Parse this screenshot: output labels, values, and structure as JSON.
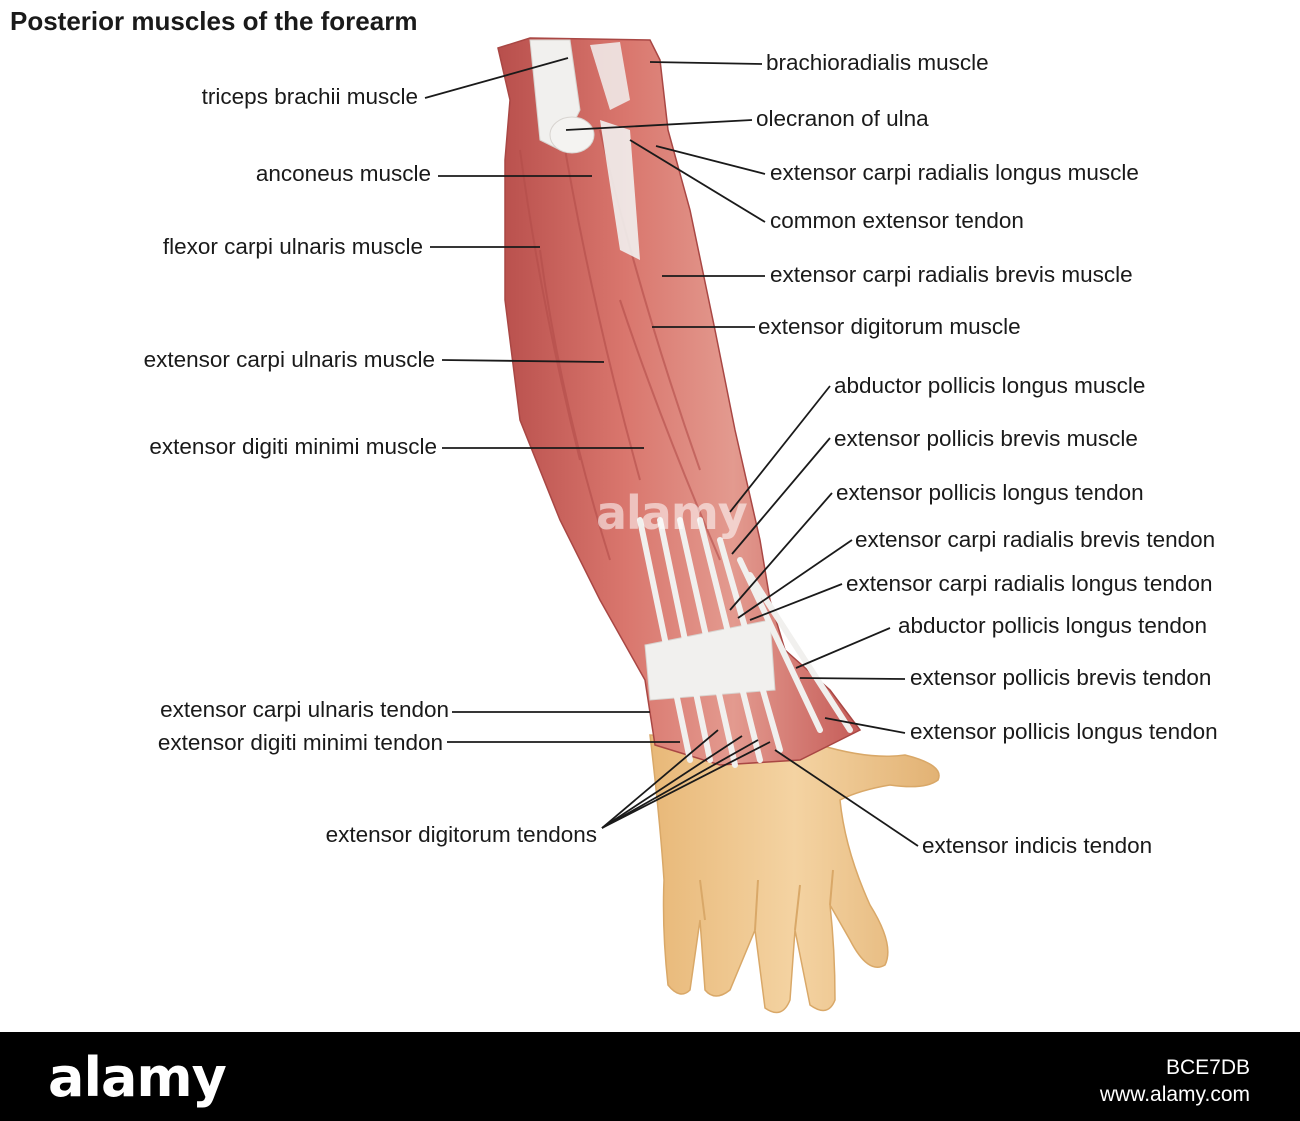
{
  "title": "Posterior muscles of the forearm",
  "labels_left": [
    {
      "id": "triceps",
      "text": "triceps brachii muscle"
    },
    {
      "id": "anconeus",
      "text": "anconeus muscle"
    },
    {
      "id": "fcu",
      "text": "flexor carpi ulnaris muscle"
    },
    {
      "id": "ecu",
      "text": "extensor carpi ulnaris muscle"
    },
    {
      "id": "edm",
      "text": "extensor digiti minimi muscle"
    },
    {
      "id": "ecu-tendon",
      "text": "extensor carpi ulnaris tendon"
    },
    {
      "id": "edm-tendon",
      "text": "extensor digiti minimi tendon"
    },
    {
      "id": "ed-tendons",
      "text": "extensor digitorum tendons"
    }
  ],
  "labels_right": [
    {
      "id": "brachioradialis",
      "text": "brachioradialis muscle"
    },
    {
      "id": "olecranon",
      "text": "olecranon of ulna"
    },
    {
      "id": "ecrl",
      "text": "extensor carpi radialis longus muscle"
    },
    {
      "id": "cet",
      "text": "common extensor tendon"
    },
    {
      "id": "ecrb",
      "text": "extensor carpi radialis brevis muscle"
    },
    {
      "id": "ed",
      "text": "extensor digitorum muscle"
    },
    {
      "id": "apl",
      "text": "abductor pollicis longus muscle"
    },
    {
      "id": "epb",
      "text": "extensor pollicis brevis muscle"
    },
    {
      "id": "epl-tendon-1",
      "text": "extensor pollicis longus tendon"
    },
    {
      "id": "ecrb-tendon",
      "text": "extensor carpi radialis brevis tendon"
    },
    {
      "id": "ecrl-tendon",
      "text": "extensor carpi radialis longus tendon"
    },
    {
      "id": "apl-tendon",
      "text": "abductor pollicis longus tendon"
    },
    {
      "id": "epb-tendon",
      "text": "extensor pollicis brevis tendon"
    },
    {
      "id": "epl-tendon-2",
      "text": "extensor pollicis longus tendon"
    },
    {
      "id": "ei-tendon",
      "text": "extensor indicis tendon"
    }
  ],
  "watermark": "alamy",
  "footer": {
    "logo": "alamy",
    "image_id": "BCE7DB",
    "site": "www.alamy.com"
  },
  "colors": {
    "muscle": "#c9625e",
    "muscle_light": "#e39a8f",
    "tendon": "#f1f0ee",
    "skin": "#f0c992",
    "skin_shadow": "#d9a868",
    "leader_line": "#1a1a1a",
    "footer_bg": "#000000"
  }
}
